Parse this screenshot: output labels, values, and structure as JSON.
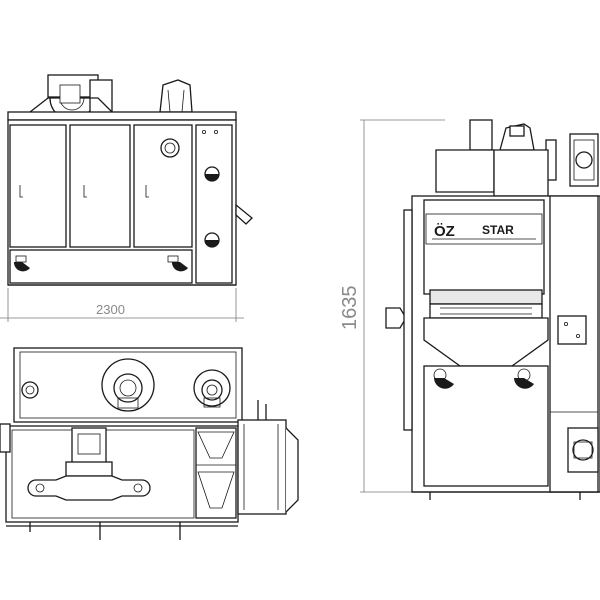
{
  "dimensions": {
    "width_label": "2300",
    "height_label": "1635"
  },
  "brand": {
    "name": "ÖZ STAR",
    "first": "ÖZ",
    "second": "STAR"
  }
}
